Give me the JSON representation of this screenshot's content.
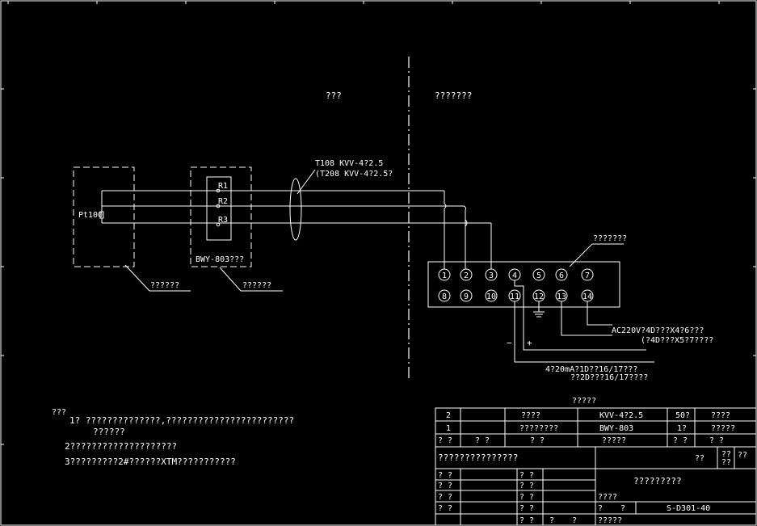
{
  "regions": {
    "left": "???",
    "right": "???????"
  },
  "sensor": {
    "label": "Pt100",
    "callout": "??????"
  },
  "transmitter": {
    "terminals": [
      "R1",
      "R2",
      "R3"
    ],
    "model": "BWY-803???",
    "callout": "??????"
  },
  "cables": {
    "line1": "T108  KVV-4?2.5",
    "line2": "(T208  KVV-4?2.5?"
  },
  "terminal_block": {
    "callout": "???????",
    "top_row": [
      "1",
      "2",
      "3",
      "4",
      "5",
      "6",
      "7"
    ],
    "bottom_row": [
      "8",
      "9",
      "10",
      "11",
      "12",
      "13",
      "14"
    ]
  },
  "power_note": {
    "line1": "AC220V?4D???X4?6???",
    "line2": "(?4D???X5?7????"
  },
  "signal_note": {
    "line1": "4?20mA?1D??16/17???",
    "line2": "??2D???16/17????"
  },
  "polarity": {
    "minus": "−",
    "plus": "+"
  },
  "notes": {
    "heading": "???",
    "item1": "1?  ??????????????,????????????????????????",
    "item1b": "??????",
    "item2": "2????????????????????",
    "item3": "3?????????2#??????XTM???????????"
  },
  "bom": {
    "title": "?????",
    "rows": [
      [
        "2",
        "",
        "????",
        "KVV-4?2.5",
        "50?",
        "????"
      ],
      [
        "1",
        "",
        "????????",
        "BWY-803",
        "1?",
        "?????"
      ],
      [
        "? ?",
        "? ?",
        "?   ?",
        "?????",
        "? ?",
        "?   ?"
      ]
    ]
  },
  "title_block": {
    "drawing_title": "???????????????",
    "cell_a": "??",
    "cell_b1": "??",
    "cell_b2": "??",
    "cell_c": "??",
    "left_labels": [
      "? ?",
      "? ?",
      "? ?",
      "? ?"
    ],
    "mid_labels": [
      "? ?",
      "? ?",
      "? ?",
      "? ?",
      "? ?"
    ],
    "name": "?????????",
    "scale_label": "????",
    "row2_a": "?",
    "row2_b": "?",
    "bottom_a": "?",
    "bottom_b": "?",
    "bottom_c": "?????",
    "drawing_no": "S-D301-40"
  }
}
